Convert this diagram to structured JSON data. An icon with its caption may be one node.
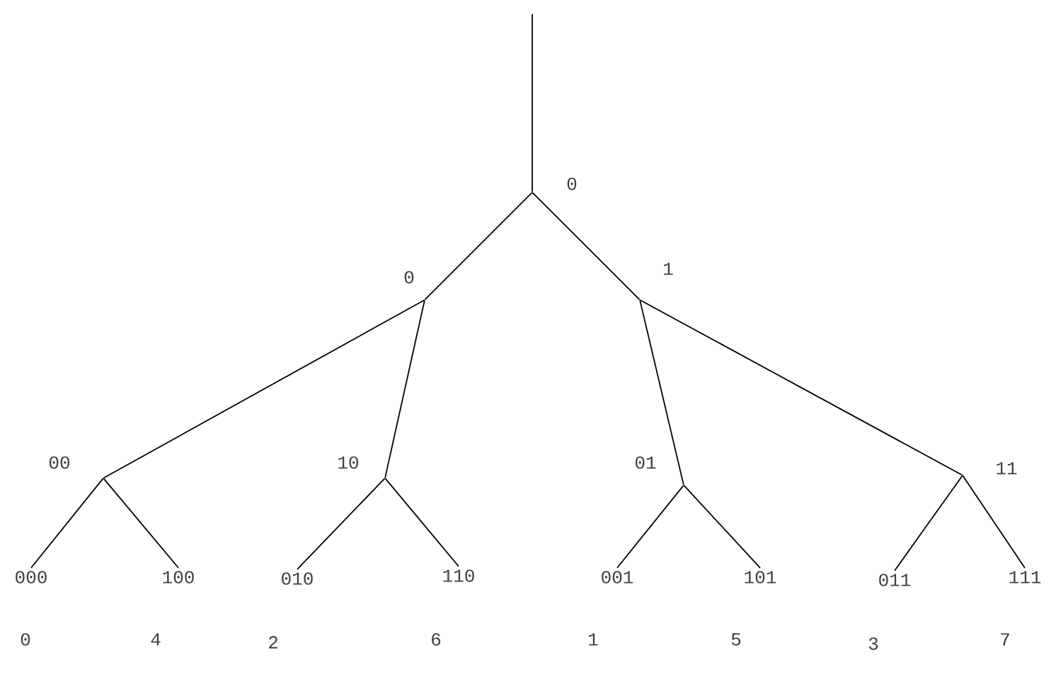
{
  "diagram": {
    "nodes": [
      {
        "text": [
          "0"
        ]
      },
      {
        "text": [
          "0"
        ]
      },
      {
        "text": [
          "1"
        ]
      },
      {
        "text": [
          "00"
        ]
      },
      {
        "text": [
          "10"
        ]
      },
      {
        "text": [
          "01"
        ]
      },
      {
        "text": [
          "11"
        ]
      },
      {
        "text": [
          "000"
        ],
        "beside": [
          "0"
        ]
      },
      {
        "text": [
          "100"
        ],
        "beside": [
          "4"
        ]
      },
      {
        "text": [
          "010"
        ],
        "beside": [
          "2"
        ]
      },
      {
        "text": [
          "110"
        ],
        "beside": [
          "6"
        ]
      },
      {
        "text": [
          "001"
        ],
        "beside": [
          "1"
        ]
      },
      {
        "text": [
          "101"
        ],
        "beside": [
          "5"
        ]
      },
      {
        "text": [
          "011"
        ],
        "beside": [
          "3"
        ]
      },
      {
        "text": [
          "111"
        ],
        "beside": [
          "7"
        ]
      }
    ],
    "edges": [
      {
        "from": null,
        "to": 0,
        "arrow": "none"
      },
      {
        "from": 0,
        "to": 1,
        "arrow": "none"
      },
      {
        "from": 0,
        "to": 2,
        "arrow": "none"
      },
      {
        "from": 1,
        "to": 3,
        "arrow": "none"
      },
      {
        "from": 1,
        "to": 4,
        "arrow": "none"
      },
      {
        "from": 2,
        "to": 5,
        "arrow": "none"
      },
      {
        "from": 2,
        "to": 6,
        "arrow": "none"
      },
      {
        "from": 3,
        "to": 7,
        "arrow": "none"
      },
      {
        "from": 3,
        "to": 8,
        "arrow": "none"
      },
      {
        "from": 4,
        "to": 9,
        "arrow": "none"
      },
      {
        "from": 4,
        "to": 10,
        "arrow": "none"
      },
      {
        "from": 5,
        "to": 11,
        "arrow": "none"
      },
      {
        "from": 5,
        "to": 12,
        "arrow": "none"
      },
      {
        "from": 6,
        "to": 13,
        "arrow": "none"
      },
      {
        "from": 6,
        "to": 14,
        "arrow": "none"
      }
    ]
  }
}
